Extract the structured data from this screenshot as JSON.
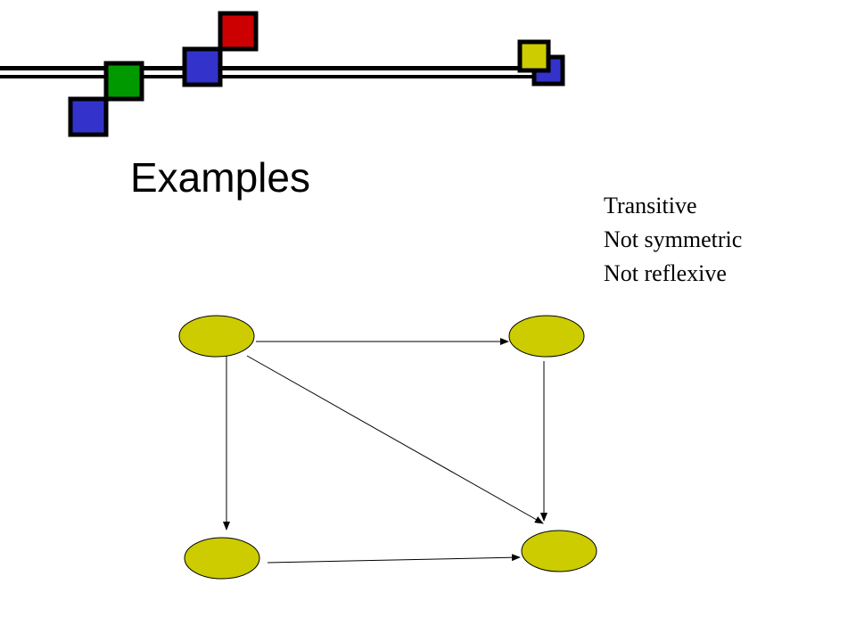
{
  "slide": {
    "title": "Examples",
    "properties": [
      "Transitive",
      "Not symmetric",
      "Not reflexive"
    ]
  },
  "colors": {
    "node_fill": "#cccc00",
    "node_stroke": "#000000",
    "edge": "#000000",
    "deco_blue": "#3333cc",
    "deco_green": "#009900",
    "deco_red": "#cc0000",
    "deco_yellow": "#cccc00",
    "deco_bar": "#000000"
  },
  "graph": {
    "nodes": [
      "top-left",
      "top-right",
      "bottom-left",
      "bottom-right"
    ],
    "edges": [
      {
        "from": "top-left",
        "to": "top-right"
      },
      {
        "from": "top-left",
        "to": "bottom-left"
      },
      {
        "from": "top-left",
        "to": "bottom-right"
      },
      {
        "from": "top-right",
        "to": "bottom-right"
      },
      {
        "from": "bottom-left",
        "to": "bottom-right"
      }
    ]
  }
}
